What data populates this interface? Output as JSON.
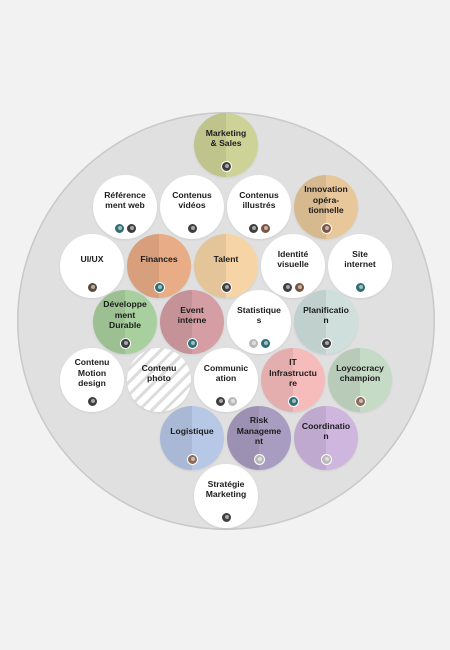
{
  "colors": {
    "background": "#f2f2f2",
    "board": "#e0e0e0",
    "white_bubble": "#ffffff"
  },
  "roles": [
    {
      "name": "Marketing & Sales",
      "label": "Marketing\n& Sales",
      "color": "#cdd396",
      "avatars": [
        "a1"
      ]
    },
    {
      "name": "Référence ment web",
      "label": "Référence\nment web",
      "color": "#ffffff",
      "avatars": [
        "a3",
        "a1"
      ]
    },
    {
      "name": "Contenus vidéos",
      "label": "Contenus\nvidéos",
      "color": "#ffffff",
      "avatars": [
        "a1"
      ]
    },
    {
      "name": "Contenus illustrés",
      "label": "Contenus\nillustrés",
      "color": "#ffffff",
      "avatars": [
        "a1",
        "a2"
      ]
    },
    {
      "name": "Innovation opéra-tionnelle",
      "label": "Innovation\nopéra-\ntionnelle",
      "color": "#e8c89a",
      "avatars": [
        "a2"
      ]
    },
    {
      "name": "UI/UX",
      "label": "UI/UX",
      "color": "#ffffff",
      "avatars": [
        "a5"
      ]
    },
    {
      "name": "Finances",
      "label": "Finances",
      "color": "#e8ac86",
      "avatars": [
        "a3"
      ]
    },
    {
      "name": "Talent",
      "label": "Talent",
      "color": "#f6d4a6",
      "avatars": [
        "a1"
      ]
    },
    {
      "name": "Identité visuelle",
      "label": "Identité\nvisuelle",
      "color": "#ffffff",
      "avatars": [
        "a1",
        "a2"
      ]
    },
    {
      "name": "Site internet",
      "label": "Site\ninternet",
      "color": "#ffffff",
      "avatars": [
        "a3"
      ]
    },
    {
      "name": "Développe ment Durable",
      "label": "Développe\nment\nDurable",
      "color": "#a8cf9e",
      "avatars": [
        "a1"
      ]
    },
    {
      "name": "Event interne",
      "label": "Event\ninterne",
      "color": "#d49ea4",
      "avatars": [
        "a3"
      ]
    },
    {
      "name": "Statistique s",
      "label": "Statistique\ns",
      "color": "#ffffff",
      "avatars": [
        "a4",
        "a3"
      ]
    },
    {
      "name": "Planificatio n",
      "label": "Planificatio\nn",
      "color": "#cfe0dc",
      "avatars": [
        "a1"
      ]
    },
    {
      "name": "Contenu Motion design",
      "label": "Contenu\nMotion\ndesign",
      "color": "#ffffff",
      "avatars": [
        "a1"
      ]
    },
    {
      "name": "Contenu photo",
      "label": "Contenu\nphoto",
      "color": "hatched",
      "avatars": []
    },
    {
      "name": "Communic ation",
      "label": "Communic\nation",
      "color": "#ffffff",
      "avatars": [
        "a1",
        "a4"
      ]
    },
    {
      "name": "IT Infrastructu re",
      "label": "IT\nInfrastructu\nre",
      "color": "#f6bcbc",
      "avatars": [
        "a3"
      ]
    },
    {
      "name": "Loycocracy champion",
      "label": "Loycocracy\nchampion",
      "color": "#c5dbc6",
      "avatars": [
        "a6"
      ]
    },
    {
      "name": "Logistique",
      "label": "Logistique",
      "color": "#b6c8e6",
      "avatars": [
        "a6"
      ]
    },
    {
      "name": "Risk Manageme nt",
      "label": "Risk\nManageme\nnt",
      "color": "#a89cc0",
      "avatars": [
        "a4"
      ]
    },
    {
      "name": "Coordinatio n",
      "label": "Coordinatio\nn",
      "color": "#ceb6de",
      "avatars": [
        "a4"
      ]
    },
    {
      "name": "Stratégie Marketing",
      "label": "Stratégie\nMarketing",
      "color": "#ffffff",
      "avatars": [
        "a1"
      ]
    }
  ]
}
